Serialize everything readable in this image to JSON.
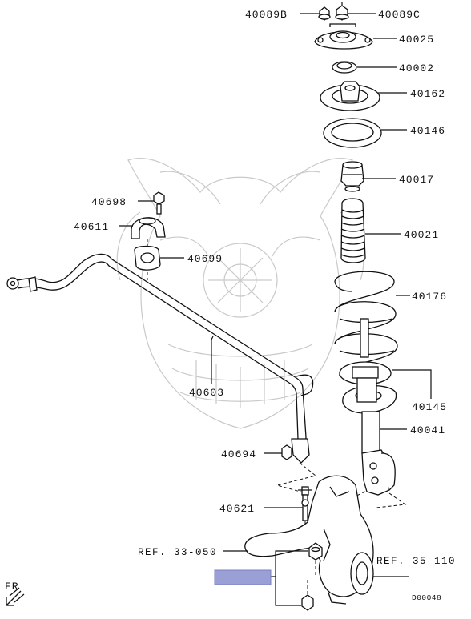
{
  "callouts": {
    "p40089B": "40089B",
    "p40089C": "40089C",
    "p40025": "40025",
    "p40002": "40002",
    "p40162": "40162",
    "p40146": "40146",
    "p40017": "40017",
    "p40021": "40021",
    "p40176": "40176",
    "p40145": "40145",
    "p40041": "40041",
    "p40698": "40698",
    "p40611": "40611",
    "p40699": "40699",
    "p40603": "40603",
    "p40694": "40694",
    "p40621": "40621"
  },
  "references": {
    "ref_33_050": "REF. 33-050",
    "ref_35_110": "REF. 35-110"
  },
  "direction_label": "FR",
  "diagram_code": "D00048",
  "colors": {
    "line": "#111111",
    "watermark": "#c9c9c9",
    "highlight_box": "#9aa0d6"
  }
}
